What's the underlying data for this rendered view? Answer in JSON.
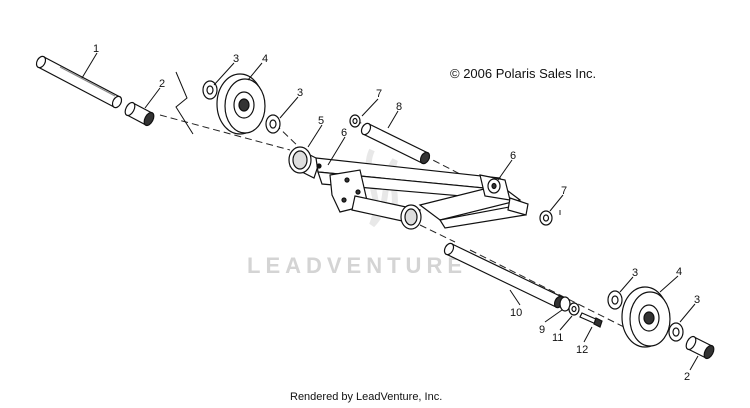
{
  "copyright": "© 2006 Polaris Sales Inc.",
  "watermark": "LEADVENTURE",
  "footer": "Rendered by LeadVenture, Inc.",
  "callouts": {
    "c1": "1",
    "c2a": "2",
    "c3a": "3",
    "c4a": "4",
    "c3b": "3",
    "c5": "5",
    "c6a": "6",
    "c7a": "7",
    "c8": "8",
    "c6b": "6",
    "c7b": "7",
    "c3c": "3",
    "c4b": "4",
    "c3d": "3",
    "c10": "10",
    "c9": "9",
    "c11": "11",
    "c12": "12",
    "c2b": "2"
  }
}
